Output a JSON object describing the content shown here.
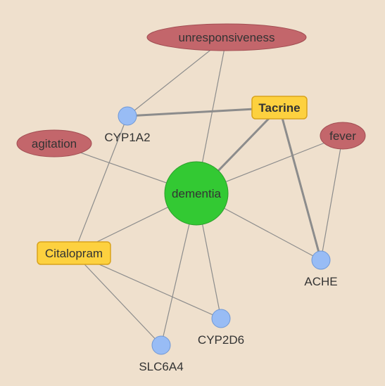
{
  "graph": {
    "nodes": [
      {
        "id": "dementia",
        "label": "dementia",
        "kind": "disease-center"
      },
      {
        "id": "tacrine",
        "label": "Tacrine",
        "kind": "drug",
        "emphasis": true
      },
      {
        "id": "citalopram",
        "label": "Citalopram",
        "kind": "drug"
      },
      {
        "id": "unresponsiveness",
        "label": "unresponsiveness",
        "kind": "symptom"
      },
      {
        "id": "agitation",
        "label": "agitation",
        "kind": "symptom"
      },
      {
        "id": "fever",
        "label": "fever",
        "kind": "symptom"
      },
      {
        "id": "cyp1a2",
        "label": "CYP1A2",
        "kind": "gene"
      },
      {
        "id": "ache",
        "label": "ACHE",
        "kind": "gene"
      },
      {
        "id": "cyp2d6",
        "label": "CYP2D6",
        "kind": "gene"
      },
      {
        "id": "slc6a4",
        "label": "SLC6A4",
        "kind": "gene"
      }
    ],
    "edges": [
      {
        "source": "unresponsiveness",
        "target": "cyp1a2",
        "strong": false
      },
      {
        "source": "unresponsiveness",
        "target": "dementia",
        "strong": false
      },
      {
        "source": "cyp1a2",
        "target": "tacrine",
        "strong": true
      },
      {
        "source": "cyp1a2",
        "target": "citalopram",
        "strong": false
      },
      {
        "source": "tacrine",
        "target": "dementia",
        "strong": true
      },
      {
        "source": "tacrine",
        "target": "ache",
        "strong": true
      },
      {
        "source": "agitation",
        "target": "dementia",
        "strong": false
      },
      {
        "source": "fever",
        "target": "dementia",
        "strong": false
      },
      {
        "source": "fever",
        "target": "ache",
        "strong": false
      },
      {
        "source": "dementia",
        "target": "citalopram",
        "strong": false
      },
      {
        "source": "dementia",
        "target": "ache",
        "strong": false
      },
      {
        "source": "dementia",
        "target": "cyp2d6",
        "strong": false
      },
      {
        "source": "dementia",
        "target": "slc6a4",
        "strong": false
      },
      {
        "source": "citalopram",
        "target": "slc6a4",
        "strong": false
      },
      {
        "source": "citalopram",
        "target": "cyp2d6",
        "strong": false
      }
    ]
  },
  "colors": {
    "background": "#efe0cd",
    "disease_center_fill": "#33c933",
    "disease_center_stroke": "#2a9e2a",
    "drug_fill": "#fdd13f",
    "drug_stroke": "#d9a31c",
    "symptom_fill": "#c3666b",
    "symptom_stroke": "#a24e53",
    "gene_fill": "#98bcf5",
    "gene_stroke": "#6f98d6",
    "edge": "#8c8c8c",
    "label": "#333333"
  }
}
